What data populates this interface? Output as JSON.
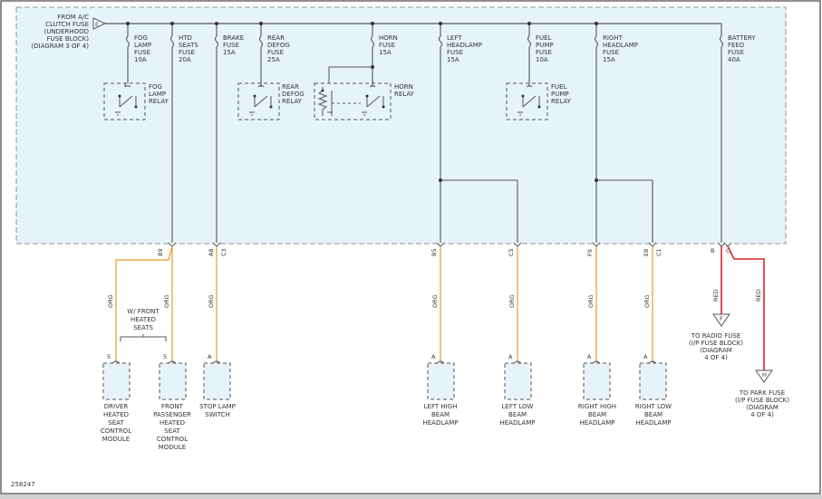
{
  "source": {
    "label": [
      "FROM A/C",
      "CLUTCH FUSE",
      "(UNDERHOOD",
      "FUSE BLOCK)",
      "(DIAGRAM 3 OF 4)"
    ],
    "pin": "E"
  },
  "fuses": [
    {
      "id": "fog",
      "label": [
        "FOG",
        "LAMP",
        "FUSE",
        "10A"
      ]
    },
    {
      "id": "htd",
      "label": [
        "HTD",
        "SEATS",
        "FUSE",
        "20A"
      ]
    },
    {
      "id": "brake",
      "label": [
        "BRAKE",
        "FUSE",
        "15A"
      ]
    },
    {
      "id": "rear-defog",
      "label": [
        "REAR",
        "DEFOG",
        "FUSE",
        "25A"
      ]
    },
    {
      "id": "horn",
      "label": [
        "HORN",
        "FUSE",
        "15A"
      ]
    },
    {
      "id": "left-headlamp",
      "label": [
        "LEFT",
        "HEADLAMP",
        "FUSE",
        "15A"
      ]
    },
    {
      "id": "fuel-pump",
      "label": [
        "FUEL",
        "PUMP",
        "FUSE",
        "10A"
      ]
    },
    {
      "id": "right-headlamp",
      "label": [
        "RIGHT",
        "HEADLAMP",
        "FUSE",
        "15A"
      ]
    },
    {
      "id": "battery",
      "label": [
        "BATTERY",
        "FEED",
        "FUSE",
        "40A"
      ]
    }
  ],
  "relays": [
    {
      "id": "fog",
      "label": [
        "FOG",
        "LAMP",
        "RELAY"
      ]
    },
    {
      "id": "rear-defog",
      "label": [
        "REAR",
        "DEFOG",
        "RELAY"
      ]
    },
    {
      "id": "horn",
      "label": [
        "HORN",
        "RELAY"
      ]
    },
    {
      "id": "fuel-pump",
      "label": [
        "FUEL",
        "PUMP",
        "RELAY"
      ]
    }
  ],
  "pins": [
    {
      "id": "b9",
      "text": "B9"
    },
    {
      "id": "a8",
      "text": "A8"
    },
    {
      "id": "c3",
      "text": "C3"
    },
    {
      "id": "b5",
      "text": "B5"
    },
    {
      "id": "c5",
      "text": "C5"
    },
    {
      "id": "f9",
      "text": "F9"
    },
    {
      "id": "e8",
      "text": "E8"
    },
    {
      "id": "c1",
      "text": "C1"
    },
    {
      "id": "b",
      "text": "B"
    },
    {
      "id": "c",
      "text": "C"
    }
  ],
  "wires": [
    {
      "id": "drv-seat",
      "text": "ORG",
      "color": "#f0962a"
    },
    {
      "id": "pass-seat",
      "text": "ORG",
      "color": "#f0962a"
    },
    {
      "id": "stop",
      "text": "ORG",
      "color": "#f0962a"
    },
    {
      "id": "lhigh",
      "text": "ORG",
      "color": "#f0962a"
    },
    {
      "id": "llow",
      "text": "ORG",
      "color": "#f0962a"
    },
    {
      "id": "rhigh",
      "text": "ORG",
      "color": "#f0962a"
    },
    {
      "id": "rlow",
      "text": "ORG",
      "color": "#f0962a"
    },
    {
      "id": "radio",
      "text": "RED",
      "color": "#d9252a"
    },
    {
      "id": "park",
      "text": "RED",
      "color": "#d9252a"
    }
  ],
  "option_note": [
    "W/ FRONT",
    "HEATED",
    "SEATS"
  ],
  "components": [
    {
      "id": "driver-seat",
      "pin": "5",
      "label": [
        "DRIVER",
        "HEATED",
        "SEAT",
        "CONTROL",
        "MODULE"
      ]
    },
    {
      "id": "passenger-seat",
      "pin": "5",
      "label": [
        "FRONT",
        "PASSENGER",
        "HEATED",
        "SEAT",
        "CONTROL",
        "MODULE"
      ]
    },
    {
      "id": "stop-lamp",
      "pin": "A",
      "label": [
        "STOP LAMP",
        "SWITCH"
      ]
    },
    {
      "id": "left-high",
      "pin": "A",
      "label": [
        "LEFT HIGH",
        "BEAM",
        "HEADLAMP"
      ]
    },
    {
      "id": "left-low",
      "pin": "A",
      "label": [
        "LEFT LOW",
        "BEAM",
        "HEADLAMP"
      ]
    },
    {
      "id": "right-high",
      "pin": "A",
      "label": [
        "RIGHT HIGH",
        "BEAM",
        "HEADLAMP"
      ]
    },
    {
      "id": "right-low",
      "pin": "A",
      "label": [
        "RIGHT LOW",
        "BEAM",
        "HEADLAMP"
      ]
    }
  ],
  "connectors": [
    {
      "id": "radio",
      "pin": "F",
      "label": [
        "TO RADIO FUSE",
        "(I/P FUSE BLOCK)",
        "(DIAGRAM",
        "4 OF 4)"
      ]
    },
    {
      "id": "park",
      "pin": "H",
      "label": [
        "TO PARK FUSE",
        "(I/P FUSE BLOCK)",
        "(DIAGRAM",
        "4 OF 4)"
      ]
    }
  ],
  "diagram_id": "258247",
  "colors": {
    "box_fill": "#e6f3fa",
    "box_border": "#8a9aa3",
    "wire_org": "#f0962a",
    "wire_red": "#d9252a",
    "line": "#555555"
  }
}
